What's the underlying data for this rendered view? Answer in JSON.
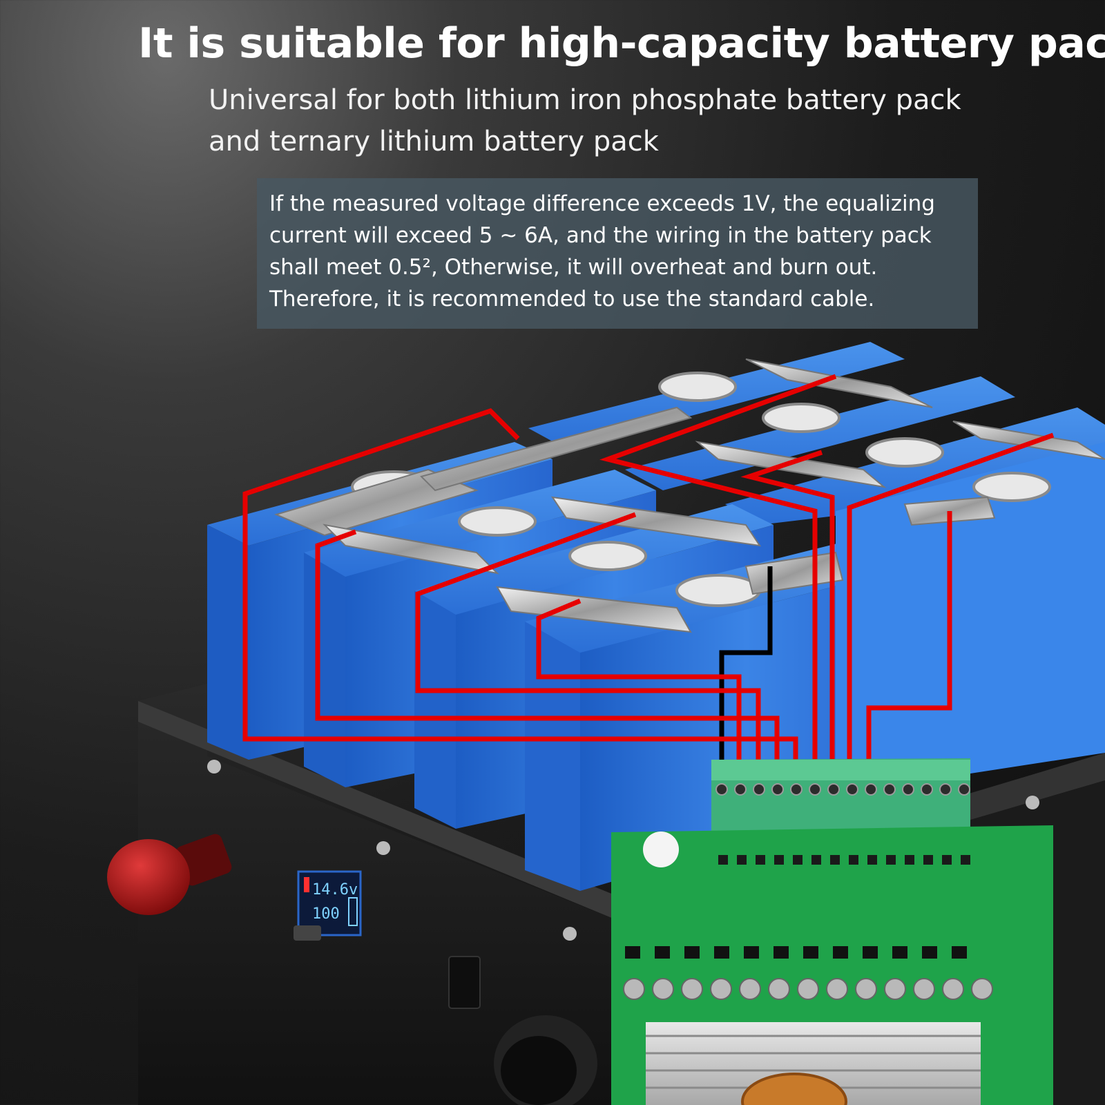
{
  "headline": "It is suitable for high-capacity battery pack",
  "subheadline": {
    "line1": "Universal for both lithium iron phosphate battery pack",
    "line2": "and ternary lithium battery pack"
  },
  "notice": {
    "line1": "If the measured voltage difference exceeds 1V, the equalizing",
    "line2": "current will exceed 5 ~ 6A, and the wiring in the battery pack",
    "line3": "shall meet 0.5², Otherwise, it will overheat and burn out.",
    "line4": "Therefore, it is recommended to use the standard cable."
  },
  "display": {
    "voltage": "14.6v",
    "percent": "100"
  },
  "colors": {
    "cell_blue": "#2f6fd0",
    "wire_red": "#e60000",
    "wire_black": "#000000",
    "pcb_green": "#1fa34a",
    "terminal_green": "#3fb07a",
    "case_black": "#1a1a1a"
  }
}
